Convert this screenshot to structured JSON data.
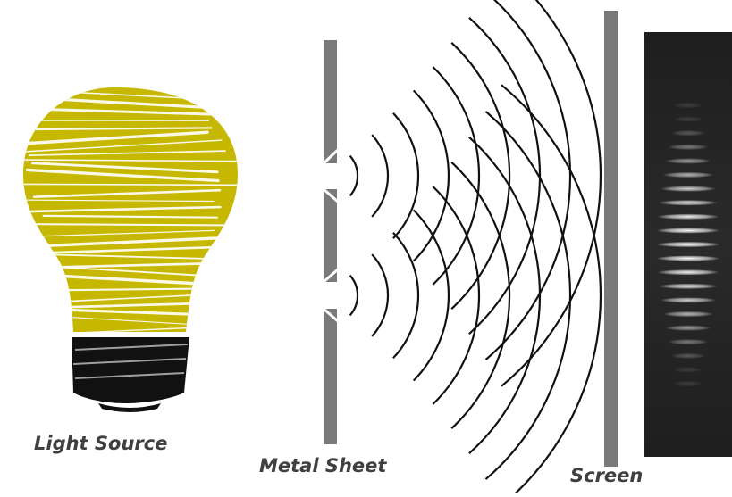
{
  "labels": {
    "light_source": "Light Source",
    "metal_sheet": "Metal Sheet",
    "screen": "Screen"
  },
  "colors": {
    "bulb_glass": "#c6b800",
    "bulb_scribble": "#ffffff",
    "bulb_base": "#111111",
    "barrier": "#7a7a7a",
    "wavefront": "#111111",
    "pattern_background": "#1e1e1e",
    "fringe": "#ffffff",
    "label_text": "#404040"
  },
  "icons": {
    "source": "light-bulb-icon"
  },
  "interference": {
    "slits": 2,
    "wavefronts_per_slit": 9,
    "fringe_count": 21
  }
}
